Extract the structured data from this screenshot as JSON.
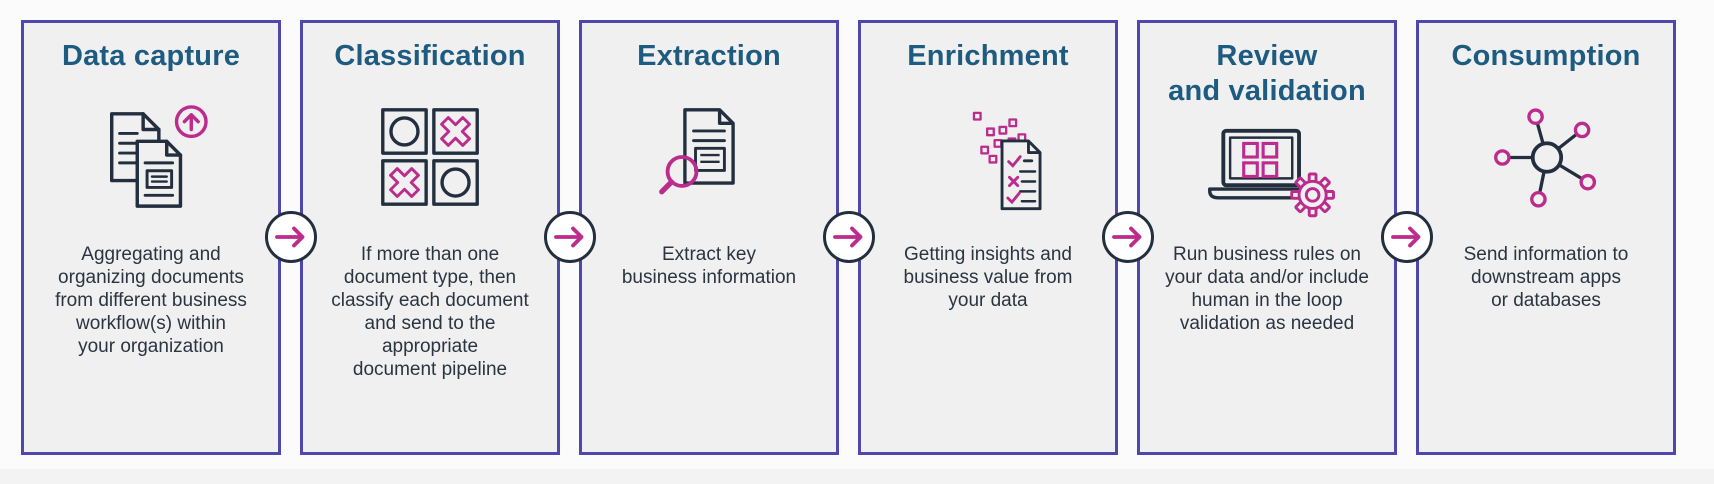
{
  "style": {
    "page_background": "#fbfbfb",
    "card_background": "#f0f0f0",
    "card_border": "#4f46ae",
    "title_color": "#1e5b80",
    "body_text_color": "#2b3441",
    "icon_dark": "#232f3e",
    "accent_pink": "#bb2c8d",
    "connector_fill": "#ffffff"
  },
  "cards": [
    {
      "title": "Data capture",
      "icon": "upload-documents-icon",
      "description": "Aggregating and\norganizing documents\nfrom different business\nworkflow(s) within\nyour organization"
    },
    {
      "title": "Classification",
      "icon": "classification-grid-icon",
      "description": "If more than one\ndocument type, then\nclassify each document\nand send to the\nappropriate\ndocument pipeline"
    },
    {
      "title": "Extraction",
      "icon": "document-search-icon",
      "description": "Extract key\nbusiness information"
    },
    {
      "title": "Enrichment",
      "icon": "data-insights-icon",
      "description": "Getting insights and\nbusiness value from\nyour data"
    },
    {
      "title": "Review\nand validation",
      "icon": "laptop-gear-icon",
      "description": "Run business rules on\nyour data and/or include\nhuman in the loop\nvalidation as needed"
    },
    {
      "title": "Consumption",
      "icon": "network-hub-icon",
      "description": "Send information to\ndownstream apps\nor databases"
    }
  ],
  "connectors": {
    "icon": "arrow-right-icon",
    "direction": "right",
    "count": 5
  }
}
